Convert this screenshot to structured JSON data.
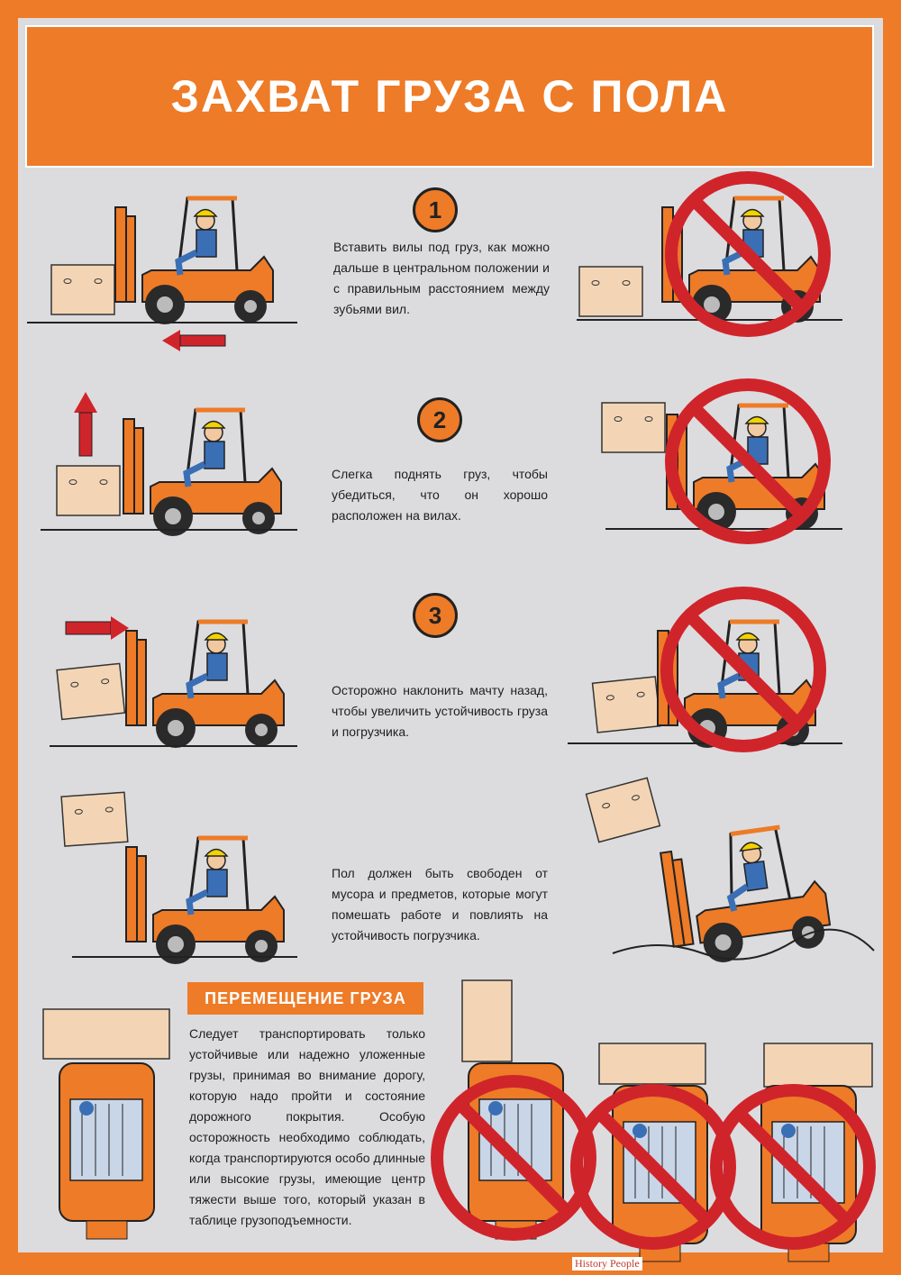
{
  "title": "ЗАХВАТ ГРУЗА С ПОЛА",
  "steps": [
    {
      "number": "1",
      "text": "Вставить вилы под груз, как можно дальше в центральном положении и с правильным расстоянием между зубьями вил."
    },
    {
      "number": "2",
      "text": "Слегка поднять груз, чтобы убедиться, что он хорошо расположен на вилах."
    },
    {
      "number": "3",
      "text": "Осторожно наклонить мачту назад, чтобы увеличить устойчивость груза и погрузчика."
    },
    {
      "number": "",
      "text": "Пол должен быть свободен от мусора и предметов, которые могут помешать работе и повлиять на устойчивость погрузчика."
    }
  ],
  "moving": {
    "title": "ПЕРЕМЕЩЕНИЕ ГРУЗА",
    "text": "Следует транспортировать только устойчивые или надежно уложенные грузы, принимая во внимание дорогу, которую надо пройти и состояние дорожного покрытия. Особую осторожность необходимо соблюдать, когда транспортируются особо длинные или высокие грузы, имеющие центр тяжести выше того, который указан в таблице грузоподъемности."
  },
  "footer": {
    "logo": "History People"
  },
  "colors": {
    "accent": "#ee7b27",
    "panel": "#dcdcdf",
    "prohibit": "#d0242b",
    "cargo": "#f3d5b5",
    "operator": "#3a6fb5"
  }
}
